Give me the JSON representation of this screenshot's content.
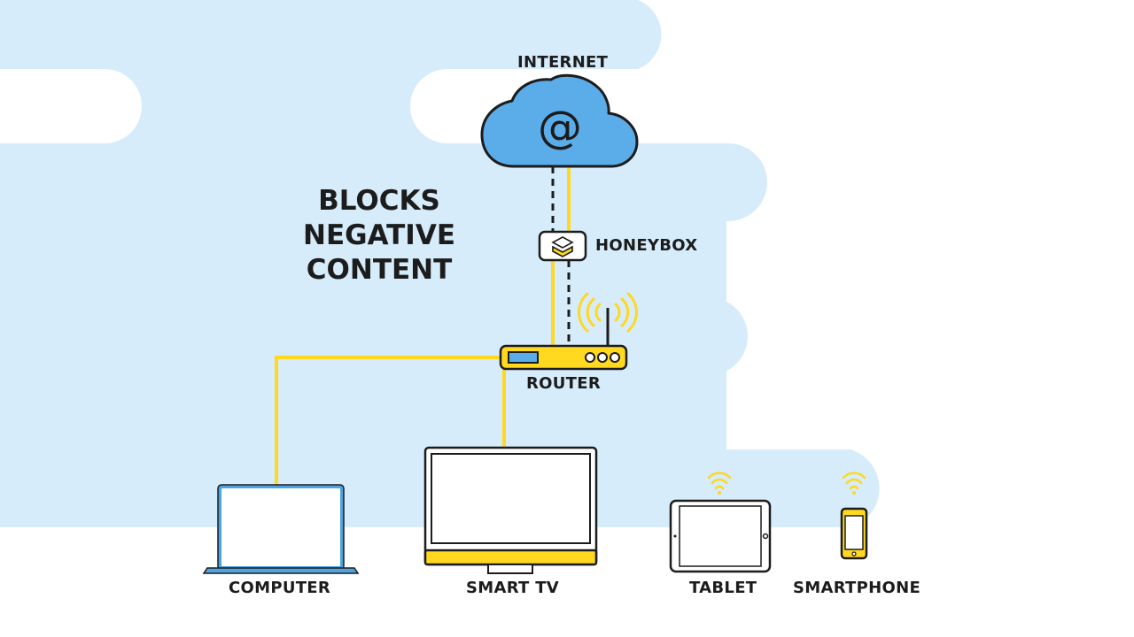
{
  "headline": [
    "BLOCKS",
    "NEGATIVE",
    "CONTENT"
  ],
  "nodes": {
    "internet": "INTERNET",
    "honeybox": "HONEYBOX",
    "router": "ROUTER",
    "computer": "COMPUTER",
    "smart_tv": "SMART TV",
    "tablet": "TABLET",
    "smartphone": "SMARTPHONE"
  },
  "icons": {
    "internet": "cloud-at-icon",
    "honeybox": "honeybox-device-icon",
    "router": "router-icon",
    "wifi": "wifi-signal-icon",
    "computer": "laptop-icon",
    "smart_tv": "tv-icon",
    "tablet": "tablet-icon",
    "smartphone": "smartphone-icon"
  },
  "colors": {
    "background_shape": "#d6ecfb",
    "cloud": "#5aade8",
    "connection": "#ffd81f",
    "outline": "#1c1c1c",
    "laptop_frame": "#4fa3e0"
  }
}
